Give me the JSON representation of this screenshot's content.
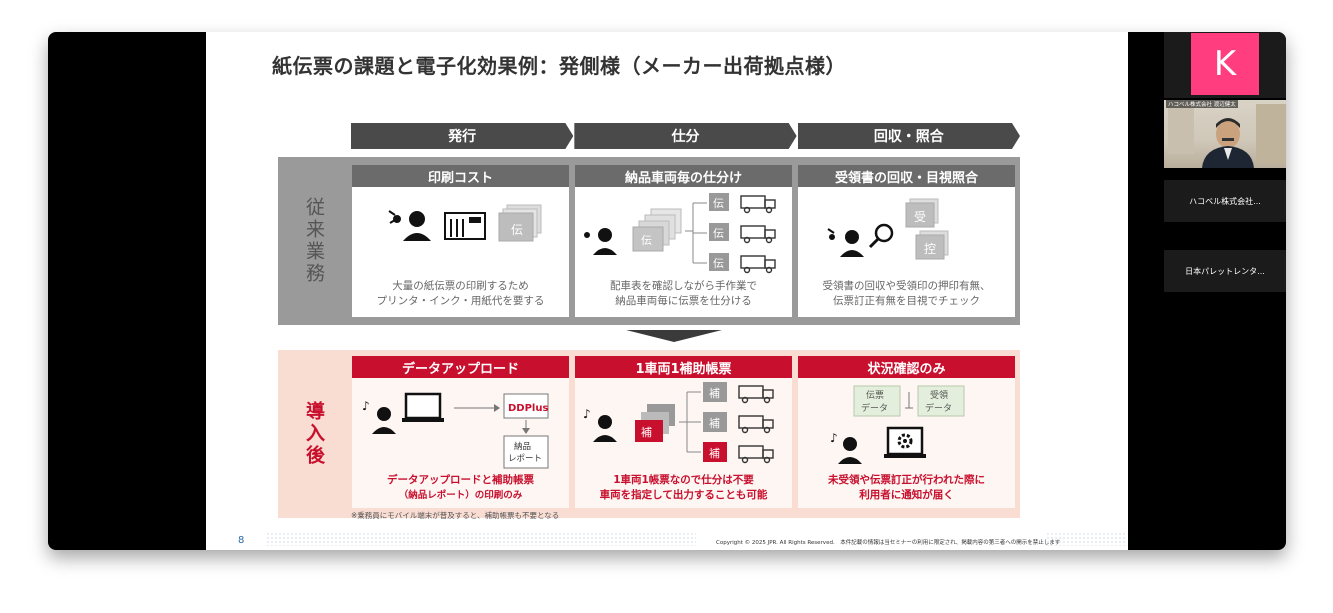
{
  "slide": {
    "title": "紙伝票の課題と電子化効果例：発側様（メーカー出荷拠点様）",
    "phases": [
      "発行",
      "仕分",
      "回収・照合"
    ],
    "old_band_label": "従来業務",
    "new_band_label": "導入後",
    "old_cards": [
      {
        "title": "印刷コスト",
        "line1": "大量の紙伝票の印刷するため",
        "line2": "プリンタ・インク・用紙代を要する",
        "doc_glyph": "伝"
      },
      {
        "title": "納品車両毎の仕分け",
        "line1": "配車表を確認しながら手作業で",
        "line2": "納品車両毎に伝票を仕分ける",
        "doc_glyph": "伝"
      },
      {
        "title": "受領書の回収・目視照合",
        "line1": "受領書の回収や受領印の押印有無、",
        "line2": "伝票訂正有無を目視でチェック",
        "doc_glyph_a": "受",
        "doc_glyph_b": "控"
      }
    ],
    "new_cards": [
      {
        "title": "データアップロード",
        "line1": "データアップロードと補助帳票",
        "line2": "（納品レポート）の印刷のみ",
        "logo": "DDPlus",
        "report_label_1": "納品",
        "report_label_2": "レポート"
      },
      {
        "title": "1車両1補助帳票",
        "line1": "1車両1帳票なので仕分は不要",
        "line2": "車両を指定して出力することも可能",
        "doc_glyph": "補"
      },
      {
        "title": "状況確認のみ",
        "line1": "未受領や伝票訂正が行われた際に",
        "line2": "利用者に通知が届く",
        "box_a_1": "伝票",
        "box_a_2": "データ",
        "box_b_1": "受領",
        "box_b_2": "データ"
      }
    ],
    "footnote": "※乗務員にモバイル端末が普及すると、補助帳票も不要となる",
    "page_number": "8",
    "copyright": "Copyright © 2025 JPR. All Rights Reserved.　本件記載の情報は当セミナーの利用に限定され、掲載内容の第三者への開示を禁止します"
  },
  "participants": {
    "avatar_letter": "K",
    "avatar_color": "#ff3d7f",
    "video_name": "ハコベル株式会社 渡辺健太",
    "tile_names": [
      "ハコベル株式会社...",
      "日本パレットレンタ..."
    ]
  },
  "colors": {
    "accent_red": "#c8102e",
    "phase_dark": "#4a4a4a",
    "old_band": "#9a9a9a",
    "new_band": "#f9dcd2"
  }
}
